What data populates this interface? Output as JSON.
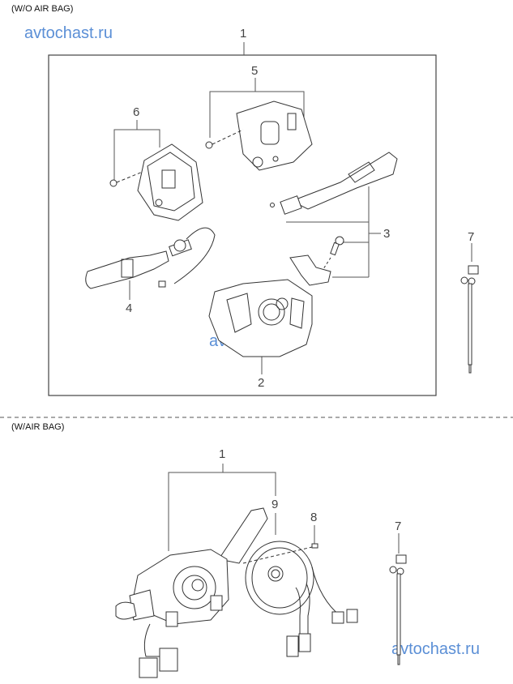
{
  "sections": [
    {
      "label": "(W/O AIR BAG)"
    },
    {
      "label": "(W/AIR BAG)"
    }
  ],
  "watermarks": [
    "avtochast.ru",
    "avtochast.ru",
    "avtochast.ru"
  ],
  "callouts": {
    "top": {
      "assembly": "1",
      "housing": "2",
      "wiper_switch": "3",
      "light_switch": "4",
      "cover_upper": "5",
      "cover_lower": "6",
      "tie": "7"
    },
    "bottom": {
      "assembly": "1",
      "screw": "8",
      "clock_spring": "9",
      "tie": "7"
    }
  },
  "colors": {
    "watermark": "#5b8fd6",
    "line": "#555555",
    "drawing": "#333333"
  }
}
